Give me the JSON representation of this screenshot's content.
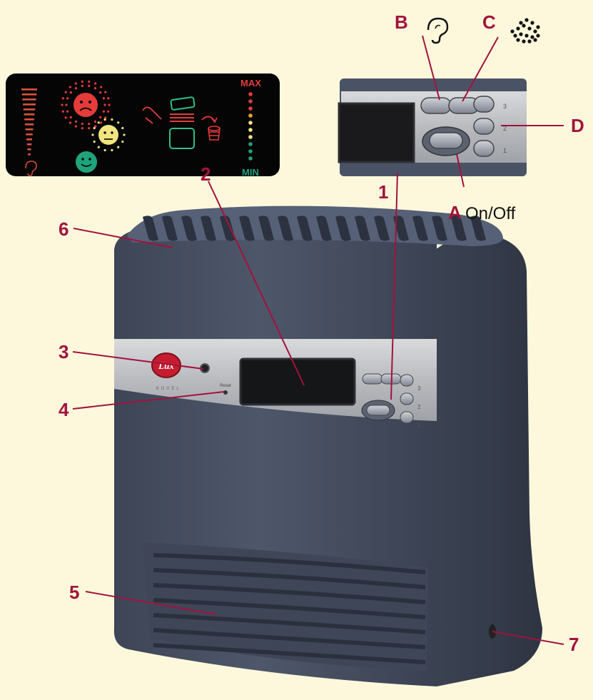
{
  "callouts": {
    "n1": "1",
    "n2": "2",
    "n3": "3",
    "n4": "4",
    "n5": "5",
    "n6": "6",
    "n7": "7",
    "A": "A",
    "A_text": "On/Off",
    "B": "B",
    "C": "C",
    "D": "D"
  },
  "display_panel": {
    "max_label": "MAX",
    "min_label": "MIN"
  },
  "device": {
    "logo_text": "Lux",
    "brand_text": "NOVEL",
    "reset_text": "Reset"
  },
  "control_numbers": [
    "3",
    "2",
    "1"
  ],
  "colors": {
    "background": "#fdf8dc",
    "callout": "#a3123c",
    "body": "#4b5466",
    "display_bg": "#050505",
    "face_red": "#e63b3b",
    "face_yellow": "#f0e57f",
    "face_green": "#1fa37a"
  },
  "icons": [
    "ear-icon",
    "dust-dots-icon",
    "sad-face-icon",
    "neutral-face-icon",
    "happy-face-icon",
    "filter-icon",
    "bin-icon"
  ]
}
